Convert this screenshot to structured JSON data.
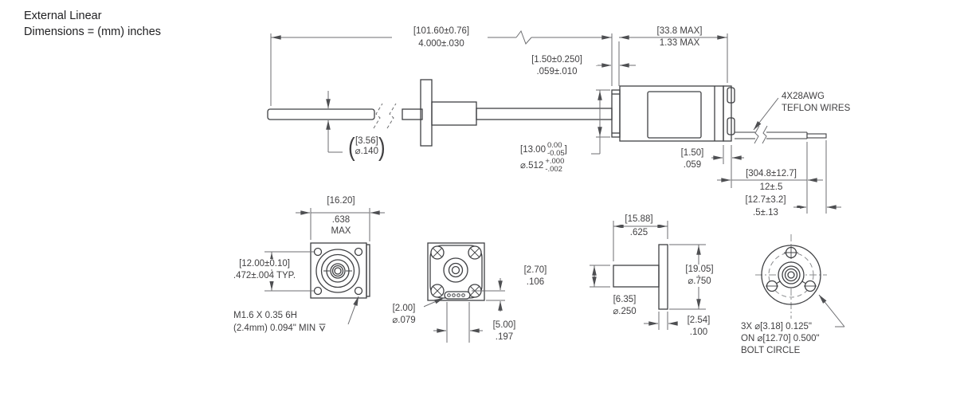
{
  "title": {
    "line1": "External Linear",
    "line2": "Dimensions = (mm) inches"
  },
  "main_view": {
    "overall_length": {
      "mm": "[101.60±0.76]",
      "inch": "4.000±.030"
    },
    "motor_length": {
      "mm": "[33.8 MAX]",
      "inch": "1.33 MAX"
    },
    "pilot_length": {
      "mm": "[1.50±0.250]",
      "inch": ".059±.010"
    },
    "screw_diameter": {
      "paren_open": "(",
      "mm": "[3.56]",
      "inch": "⌀.140",
      "paren_close": ")"
    },
    "pilot_diameter": {
      "mm_prefix": "[13.00",
      "mm_upper": "0.00",
      "mm_lower": "-0.05",
      "mm_suffix": "]",
      "inch_prefix": "⌀.512",
      "inch_upper": "+.000",
      "inch_lower": "-.002"
    },
    "rear_cap": {
      "mm": "[1.50]",
      "inch": ".059"
    },
    "wire_length": {
      "mm": "[304.8±12.7]",
      "inch": "12±.5"
    },
    "wire_strip_length": {
      "mm": "[12.7±3.2]",
      "inch": ".5±.13"
    },
    "wires_callout": {
      "line1": "4X28AWG",
      "line2": "TEFLON WIRES"
    }
  },
  "front_view": {
    "flange_width": {
      "mm": "[16.20]",
      "inch": ".638",
      "suffix": "MAX"
    },
    "mount_hole_spacing": {
      "mm": "[12.00±0.10]",
      "inch": ".472±.004  TYP."
    },
    "thread_callout": {
      "line1": "M1.6 X 0.35 6H",
      "line2": "(2.4mm) 0.094\" MIN"
    }
  },
  "rear_view": {
    "pin_diameter": {
      "mm": "[2.00]",
      "inch": "⌀.079"
    },
    "connector_offset": {
      "mm": "[2.70]",
      "inch": ".106"
    },
    "connector_width": {
      "mm": "[5.00]",
      "inch": ".197"
    }
  },
  "nut_side_view": {
    "nut_length": {
      "mm": "[15.88]",
      "inch": ".625"
    },
    "body_diameter": {
      "mm": "[6.35]",
      "inch": "⌀.250"
    },
    "flange_diameter": {
      "mm": "[19.05]",
      "inch": "⌀.750"
    },
    "flange_thickness": {
      "mm": "[2.54]",
      "inch": ".100"
    }
  },
  "nut_front_view": {
    "bolt_callout": {
      "line1": "3X ⌀[3.18] 0.125\"",
      "line2": "ON ⌀[12.70] 0.500\"",
      "line3": "BOLT CIRCLE"
    }
  },
  "colors": {
    "part_line": "#3f4043",
    "dim_line": "#6d6e71",
    "text": "#414042",
    "background": "#ffffff"
  }
}
